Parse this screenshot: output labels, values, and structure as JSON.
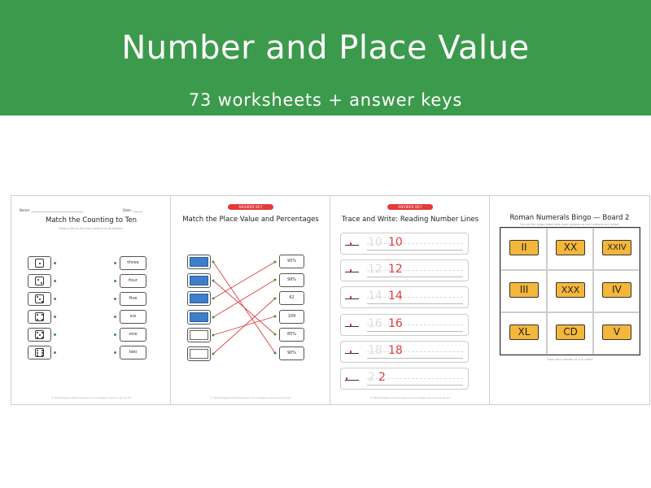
{
  "banner": {
    "title": "Number and Place Value",
    "subtitle": "73 worksheets + answer keys",
    "background": "#3c9a4c"
  },
  "sheets": [
    {
      "title": "Match the Counting to Ten",
      "instruction": "Draw a line to join each picture to its partner.",
      "name_label": "Name: ________________________________",
      "date_label": "Date: ______",
      "dice": [
        1,
        2,
        3,
        4,
        5,
        6
      ],
      "words": [
        "three",
        "four",
        "five",
        "six",
        "one",
        "two"
      ],
      "footer": "© 2016 Wiggles Teaching Resources & Stages Learners Group Ltd"
    },
    {
      "badge": "ANSWER KEY",
      "title": "Match the Place Value and Percentages",
      "percentages": [
        "95%",
        "99%",
        "62",
        "109",
        "85%",
        "90%"
      ],
      "footer": "© 2016 Wiggles Teaching Resources & Stages Learners Group Ltd"
    },
    {
      "badge": "ANSWER KEY",
      "title": "Trace and Write: Reading Number Lines",
      "numbers": [
        "10",
        "12",
        "14",
        "16",
        "18",
        "2"
      ],
      "footer": "© 2016 Wiggles Teaching Resources & Stages Learners Group Ltd"
    },
    {
      "title": "Roman Numerals Bingo — Board 2",
      "instruction": "Cut out the bingo board and mark squares as the numbers are called.",
      "cells": [
        "II",
        "XX",
        "XXIV",
        "III",
        "XXX",
        "IV",
        "XL",
        "CD",
        "V"
      ],
      "note": "Cross each answer as it is called",
      "accent": "#f4b73a"
    }
  ]
}
